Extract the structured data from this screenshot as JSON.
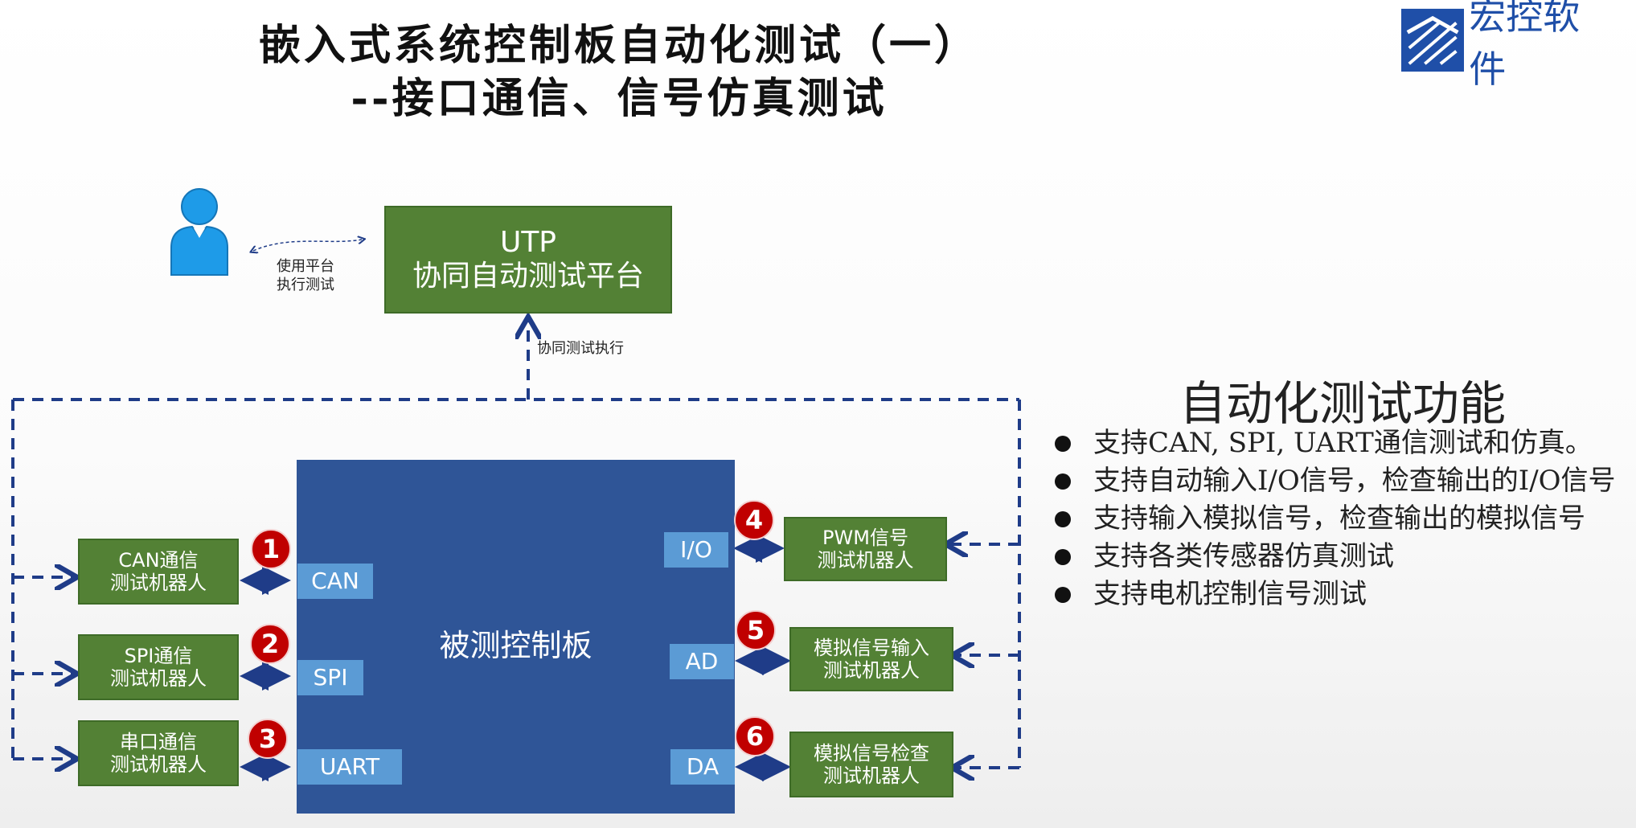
{
  "title": {
    "line1": "嵌入式系统控制板自动化测试（一）",
    "line2": "--接口通信、信号仿真测试"
  },
  "logo": {
    "text": "宏控软件"
  },
  "diagram": {
    "utp": {
      "line1": "UTP",
      "line2": "协同自动测试平台"
    },
    "user_link_label": {
      "line1": "使用平台",
      "line2": "执行测试"
    },
    "coop_label": "协同测试执行",
    "board_label": "被测控制板",
    "left_robots": [
      {
        "line1": "CAN通信",
        "line2": "测试机器人",
        "port": "CAN",
        "badge": "1"
      },
      {
        "line1": "SPI通信",
        "line2": "测试机器人",
        "port": "SPI",
        "badge": "2"
      },
      {
        "line1": "串口通信",
        "line2": "测试机器人",
        "port": "UART",
        "badge": "3"
      }
    ],
    "right_robots": [
      {
        "line1": "PWM信号",
        "line2": "测试机器人",
        "port": "I/O",
        "badge": "4"
      },
      {
        "line1": "模拟信号输入",
        "line2": "测试机器人",
        "port": "AD",
        "badge": "5"
      },
      {
        "line1": "模拟信号检查",
        "line2": "测试机器人",
        "port": "DA",
        "badge": "6"
      }
    ]
  },
  "features": {
    "title": "自动化测试功能",
    "items": [
      "支持CAN, SPI, UART通信测试和仿真。",
      "支持自动输入I/O信号，检查输出的I/O信号",
      "支持输入模拟信号，检查输出的模拟信号",
      "支持各类传感器仿真测试",
      "支持电机控制信号测试"
    ]
  },
  "colors": {
    "robot_green": "#538135",
    "board_blue": "#2f5597",
    "port_blue": "#5b9bd5",
    "badge_red": "#c00000",
    "line_navy": "#1f3c88"
  }
}
